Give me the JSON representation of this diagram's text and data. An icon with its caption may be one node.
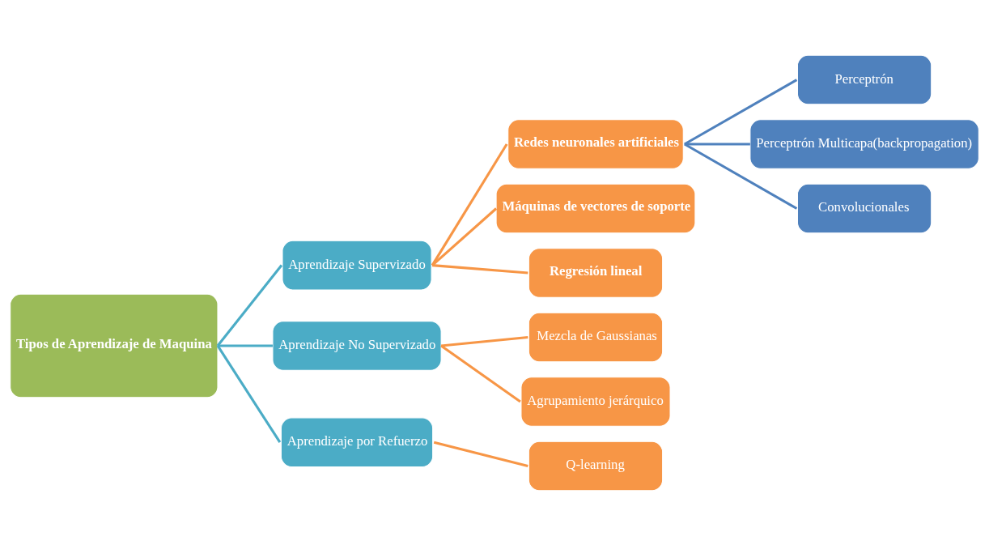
{
  "diagram": {
    "nodes": [
      {
        "text": [
          "Tipos de Aprendizaje de Maquina"
        ]
      },
      {
        "text": [
          "Aprendizaje Supervizado"
        ]
      },
      {
        "text": [
          "Aprendizaje No Supervizado"
        ]
      },
      {
        "text": [
          "Aprendizaje por Refuerzo"
        ]
      },
      {
        "text": [
          "Redes neuronales artificiales"
        ]
      },
      {
        "text": [
          "Máquinas de vectores de soporte"
        ]
      },
      {
        "text": [
          "Regresión lineal"
        ]
      },
      {
        "text": [
          "Mezcla de Gaussianas"
        ]
      },
      {
        "text": [
          "Agrupamiento jerárquico"
        ]
      },
      {
        "text": [
          "Q-learning"
        ]
      },
      {
        "text": [
          "Perceptrón"
        ]
      },
      {
        "text": [
          "Perceptrón Multicapa(backpropagation)"
        ]
      },
      {
        "text": [
          "Convolucionales"
        ]
      }
    ],
    "edges": [
      {
        "from": 0,
        "to": 1,
        "arrow": "none",
        "color": "#4bacc6"
      },
      {
        "from": 0,
        "to": 2,
        "arrow": "none",
        "color": "#4bacc6"
      },
      {
        "from": 0,
        "to": 3,
        "arrow": "none",
        "color": "#4bacc6"
      },
      {
        "from": 1,
        "to": 4,
        "arrow": "none"
      },
      {
        "from": 1,
        "to": 5,
        "arrow": "none"
      },
      {
        "from": 1,
        "to": 6,
        "arrow": "none"
      },
      {
        "from": 2,
        "to": 7,
        "arrow": "none"
      },
      {
        "from": 2,
        "to": 8,
        "arrow": "none"
      },
      {
        "from": 3,
        "to": 9,
        "arrow": "none"
      },
      {
        "from": 4,
        "to": 10,
        "arrow": "none",
        "color": "#4f81bd"
      },
      {
        "from": 4,
        "to": 11,
        "arrow": "none",
        "color": "#4f81bd"
      },
      {
        "from": 4,
        "to": 12,
        "arrow": "none",
        "color": "#4f81bd"
      }
    ]
  }
}
